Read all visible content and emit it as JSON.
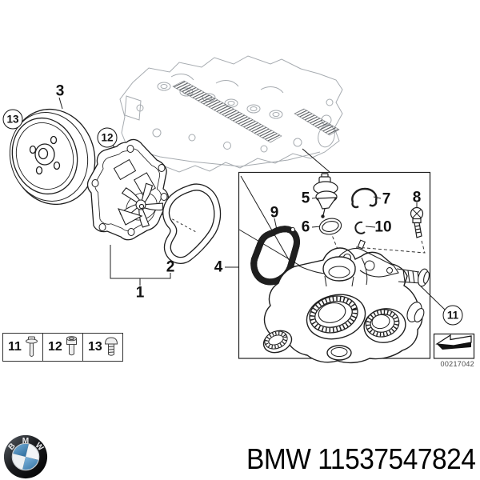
{
  "product": {
    "brand": "BMW",
    "part_number": "11537547824",
    "title": "BMW 11537547824"
  },
  "diagram": {
    "drawing_id": "00217042",
    "callouts": {
      "n1": "1",
      "n2": "2",
      "n3": "3",
      "n4": "4",
      "n5": "5",
      "n6": "6",
      "n7": "7",
      "n8": "8",
      "n9": "9",
      "n10": "10",
      "n11": "11",
      "n12": "12",
      "n13": "13"
    },
    "legend": {
      "items": [
        {
          "number": "11",
          "icon": "flange-bolt-icon"
        },
        {
          "number": "12",
          "icon": "socket-head-bolt-icon"
        },
        {
          "number": "13",
          "icon": "round-head-bolt-icon"
        }
      ]
    }
  },
  "logo": {
    "letters": [
      "B",
      "M",
      "W"
    ],
    "blue": "#4790c2"
  },
  "colors": {
    "line": "#1f1f1f",
    "engine_line": "#a6abb0",
    "background": "#ffffff"
  }
}
